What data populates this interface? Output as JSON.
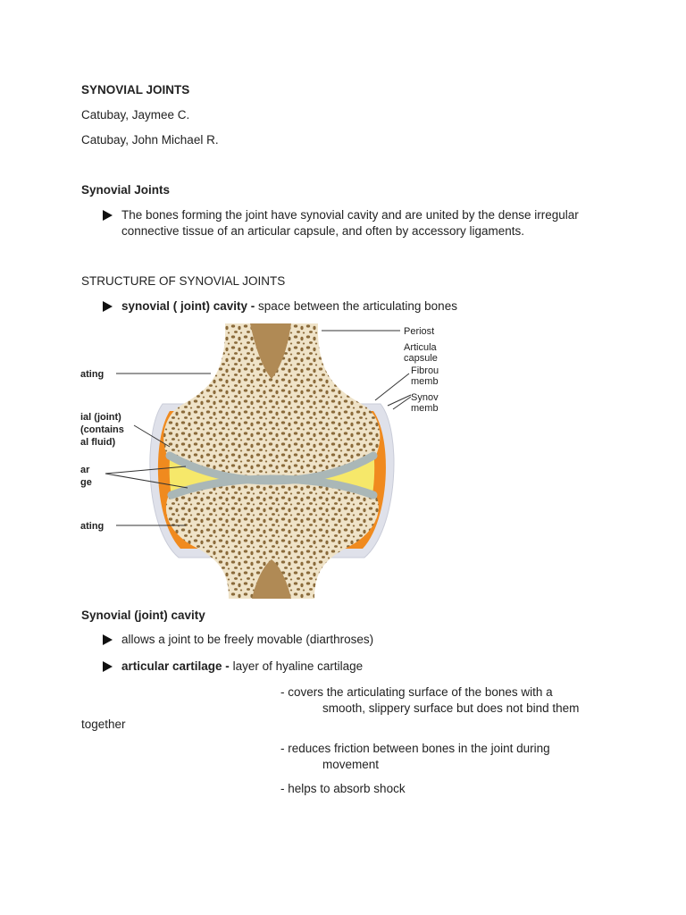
{
  "doc_title": "SYNOVIAL JOINTS",
  "authors": [
    "Catubay, Jaymee C.",
    "Catubay, John Michael R."
  ],
  "section1": {
    "heading": "Synovial Joints",
    "bullet_line1": "The bones forming the joint have synovial cavity and are united by the dense irregular",
    "bullet_line2": "connective tissue of an articular capsule, and often by accessory ligaments."
  },
  "section2": {
    "heading": "STRUCTURE OF SYNOVIAL JOINTS",
    "bullet_term": "synovial ( joint) cavity -",
    "bullet_text": " space between the articulating bones"
  },
  "figure_labels": {
    "left1": "ating",
    "left2a": "ial (joint)",
    "left2b": "(contains",
    "left2c": "al fluid)",
    "left3a": "ar",
    "left3b": "ge",
    "left4": "ating",
    "right1": "Periost",
    "right2a": "Articula",
    "right2b": "capsule",
    "right3a": "Fibrou",
    "right3b": "memb",
    "right4a": "Synov",
    "right4b": "memb"
  },
  "section3": {
    "heading": "Synovial (joint) cavity",
    "bullet1": "allows a joint to be freely movable (diarthroses)",
    "bullet2_term": "articular cartilage -",
    "bullet2_text": " layer of hyaline cartilage",
    "note1_line1": "- covers the articulating surface of the bones with a",
    "note1_line2": "smooth, slippery surface but does not bind them",
    "note1_line3": "together",
    "note2_line1": "- reduces friction between bones in the joint during",
    "note2_line2": "movement",
    "note3": "- helps to absorb shock"
  },
  "colors": {
    "bone": "#efe3c8",
    "pore": "#8a6a3a",
    "cartilage": "#aab7b7",
    "fluid": "#f6e86a",
    "synovial_membrane": "#f08a1e",
    "capsule": "#dfe1ea"
  }
}
